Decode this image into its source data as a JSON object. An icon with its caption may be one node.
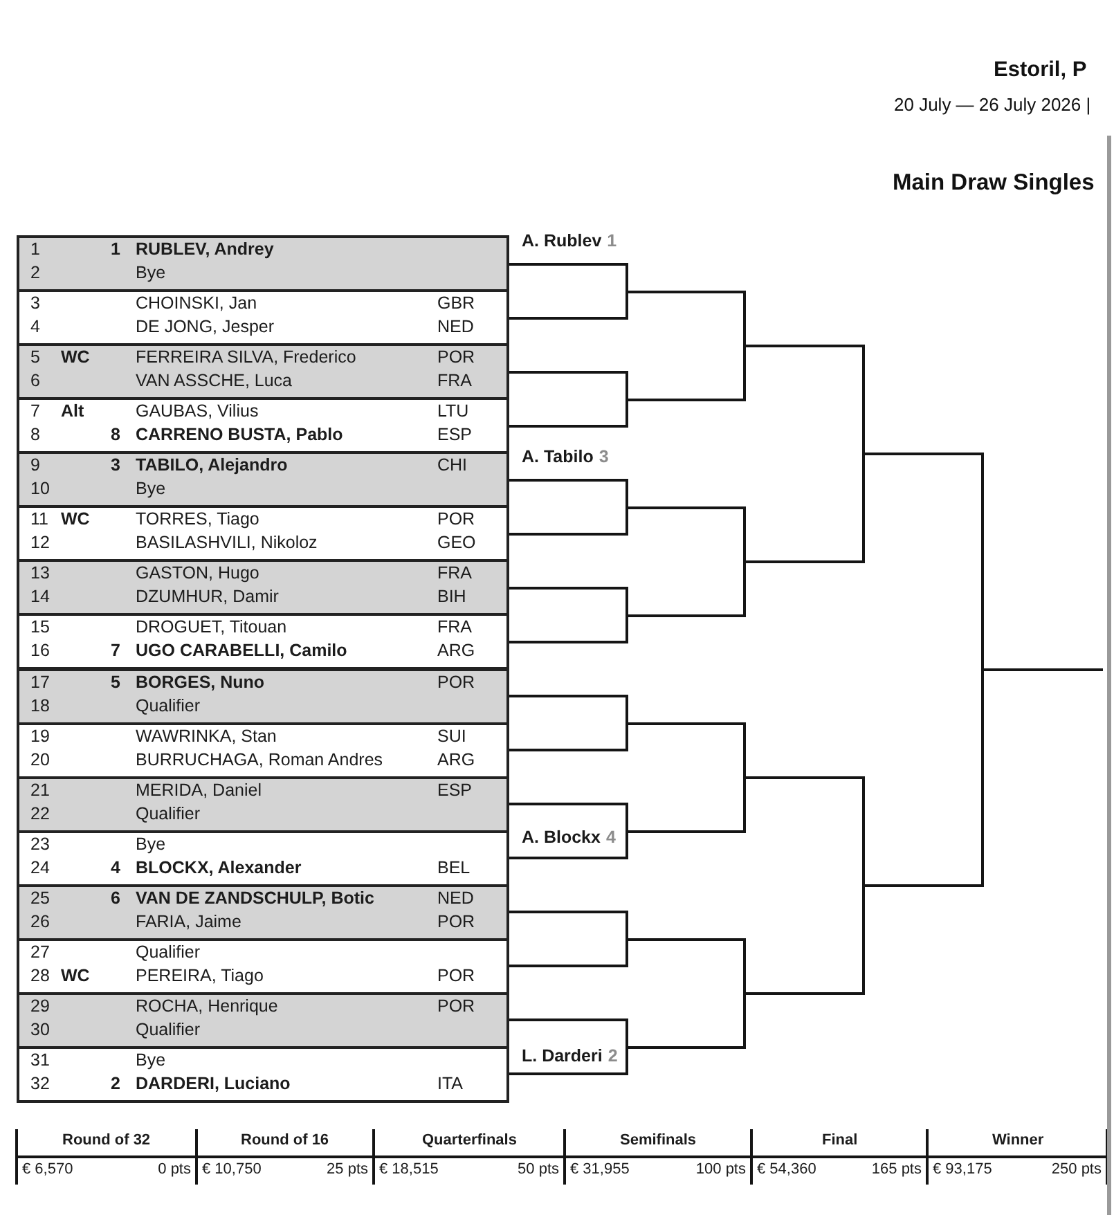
{
  "diagram": {
    "nodes": [
      {
        "text": [
          "1",
          "1",
          "RUBLEV, Andrey",
          "2",
          "Bye"
        ]
      },
      {
        "text": [
          "3",
          "CHOINSKI, Jan",
          "GBR",
          "4",
          "DE JONG, Jesper",
          "NED"
        ]
      },
      {
        "text": [
          "5",
          "WC",
          "FERREIRA SILVA, Frederico",
          "POR",
          "6",
          "VAN ASSCHE, Luca",
          "FRA"
        ]
      },
      {
        "text": [
          "7",
          "Alt",
          "GAUBAS, Vilius",
          "LTU",
          "8",
          "8",
          "CARRENO BUSTA, Pablo",
          "ESP"
        ]
      },
      {
        "text": [
          "9",
          "3",
          "TABILO, Alejandro",
          "CHI",
          "10",
          "Bye"
        ]
      },
      {
        "text": [
          "11",
          "WC",
          "TORRES, Tiago",
          "POR",
          "12",
          "BASILASHVILI, Nikoloz",
          "GEO"
        ]
      },
      {
        "text": [
          "13",
          "GASTON, Hugo",
          "FRA",
          "14",
          "DZUMHUR, Damir",
          "BIH"
        ]
      },
      {
        "text": [
          "15",
          "DROGUET, Titouan",
          "FRA",
          "16",
          "7",
          "UGO CARABELLI, Camilo",
          "ARG"
        ]
      },
      {
        "text": [
          "17",
          "5",
          "BORGES, Nuno",
          "POR",
          "18",
          "Qualifier"
        ]
      },
      {
        "text": [
          "19",
          "WAWRINKA, Stan",
          "SUI",
          "20",
          "BURRUCHAGA, Roman Andres",
          "ARG"
        ]
      },
      {
        "text": [
          "21",
          "MERIDA, Daniel",
          "ESP",
          "22",
          "Qualifier"
        ]
      },
      {
        "text": [
          "23",
          "Bye",
          "24",
          "4",
          "BLOCKX, Alexander",
          "BEL"
        ]
      },
      {
        "text": [
          "25",
          "6",
          "VAN DE ZANDSCHULP, Botic",
          "NED",
          "26",
          "FARIA, Jaime",
          "POR"
        ]
      },
      {
        "text": [
          "27",
          "Qualifier",
          "28",
          "WC",
          "PEREIRA, Tiago",
          "POR"
        ]
      },
      {
        "text": [
          "29",
          "ROCHA, Henrique",
          "POR",
          "30",
          "Qualifier"
        ]
      },
      {
        "text": [
          "31",
          "Bye",
          "32",
          "2",
          "DARDERI, Luciano",
          "ITA"
        ]
      }
    ],
    "labels": [
      "Estoril, P",
      "20 July — 26 July 2026 |",
      "Main Draw Singles",
      "A. Rublev",
      "1",
      "A. Tabilo",
      "3",
      "A. Blockx",
      "4",
      "L. Darderi",
      "2",
      "Round of 32",
      "Round of 16",
      "Quarterfinals",
      "Semifinals",
      "Final",
      "Winner",
      "€ 6,570",
      "0 pts",
      "€ 10,750",
      "25 pts",
      "€ 18,515",
      "50 pts",
      "€ 31,955",
      "100 pts",
      "€ 54,360",
      "165 pts",
      "€ 93,175",
      "250 pts"
    ]
  }
}
